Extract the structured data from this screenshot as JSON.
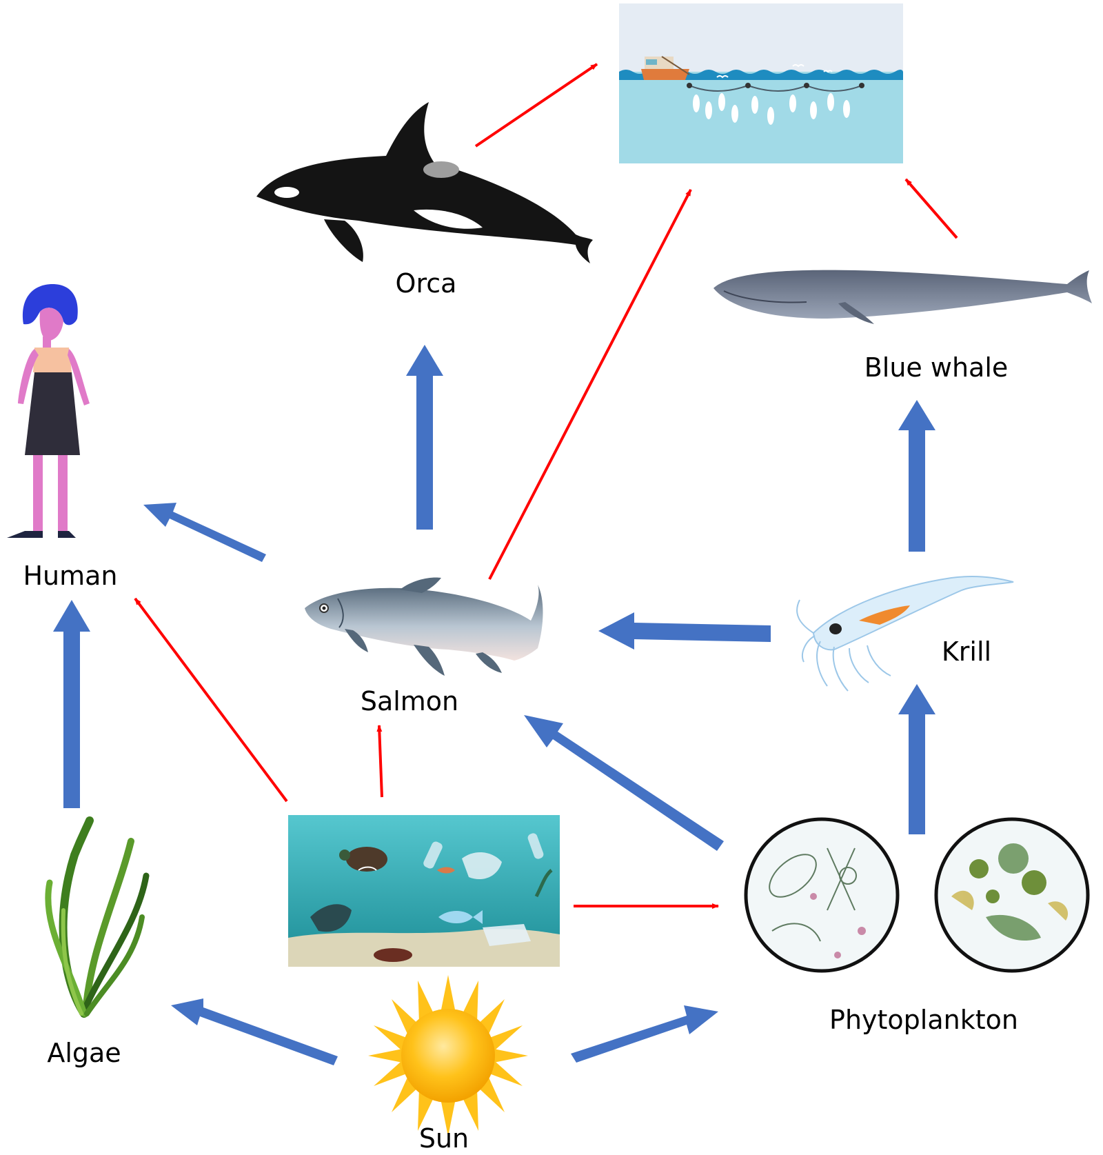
{
  "labels": {
    "orca": "Orca",
    "blue_whale": "Blue whale",
    "human": "Human",
    "salmon": "Salmon",
    "krill": "Krill",
    "algae": "Algae",
    "phytoplankton": "Phytoplankton",
    "sun": "Sun"
  },
  "icons": {
    "fishing": "fishing-net-boat-icon",
    "orca": "orca-icon",
    "blue_whale": "blue-whale-icon",
    "human": "human-figure-icon",
    "salmon": "salmon-icon",
    "krill": "krill-icon",
    "pollution": "ocean-plastic-pollution-icon",
    "phytoplankton": "phytoplankton-microscope-icon",
    "algae": "algae-seaweed-icon",
    "sun": "sun-icon"
  },
  "colors": {
    "energy_arrow": "#4472C4",
    "threat_arrow": "#FF0000"
  },
  "edges": [
    {
      "from": "sun",
      "to": "algae",
      "kind": "energy"
    },
    {
      "from": "sun",
      "to": "phytoplankton",
      "kind": "energy"
    },
    {
      "from": "algae",
      "to": "human",
      "kind": "energy"
    },
    {
      "from": "salmon",
      "to": "human",
      "kind": "energy"
    },
    {
      "from": "salmon",
      "to": "orca",
      "kind": "energy"
    },
    {
      "from": "krill",
      "to": "salmon",
      "kind": "energy"
    },
    {
      "from": "krill",
      "to": "blue_whale",
      "kind": "energy"
    },
    {
      "from": "phytoplankton",
      "to": "salmon",
      "kind": "energy"
    },
    {
      "from": "phytoplankton",
      "to": "krill",
      "kind": "energy"
    },
    {
      "from": "orca",
      "to": "fishing",
      "kind": "threat"
    },
    {
      "from": "salmon",
      "to": "fishing",
      "kind": "threat"
    },
    {
      "from": "blue_whale",
      "to": "fishing",
      "kind": "threat"
    },
    {
      "from": "pollution",
      "to": "human",
      "kind": "threat"
    },
    {
      "from": "pollution",
      "to": "salmon",
      "kind": "threat"
    },
    {
      "from": "pollution",
      "to": "phytoplankton",
      "kind": "threat"
    }
  ]
}
